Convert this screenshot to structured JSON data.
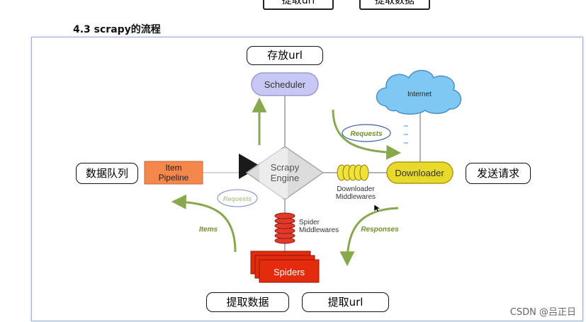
{
  "top_boxes": [
    "提取url",
    "提取数据"
  ],
  "heading": "4.3 scrapy的流程",
  "annotations": {
    "store_url": "存放url",
    "data_queue": "数据队列",
    "send_request": "发送请求",
    "extract_data": "提取数据",
    "extract_url": "提取url"
  },
  "diagram": {
    "scheduler": "Scheduler",
    "internet": "Internet",
    "engine_line1": "Scrapy",
    "engine_line2": "Engine",
    "item_line1": "Item",
    "item_line2": "Pipeline",
    "downloader": "Downloader",
    "dl_mw_line1": "Downloader",
    "dl_mw_line2": "Middlewares",
    "spider_mw_line1": "Spider",
    "spider_mw_line2": "Middlewares",
    "spiders": "Spiders",
    "requests_right": "Requests",
    "requests_left": "Requests",
    "items": "Items",
    "responses": "Responses"
  },
  "colors": {
    "scheduler": "#c8c8f4",
    "internet": "#7ec8f4",
    "item_pipeline": "#f4874b",
    "downloader": "#e9d92c",
    "spiders": "#e52b0e",
    "flow_arrow": "#88a84e"
  },
  "watermark": "CSDN @吕正日"
}
